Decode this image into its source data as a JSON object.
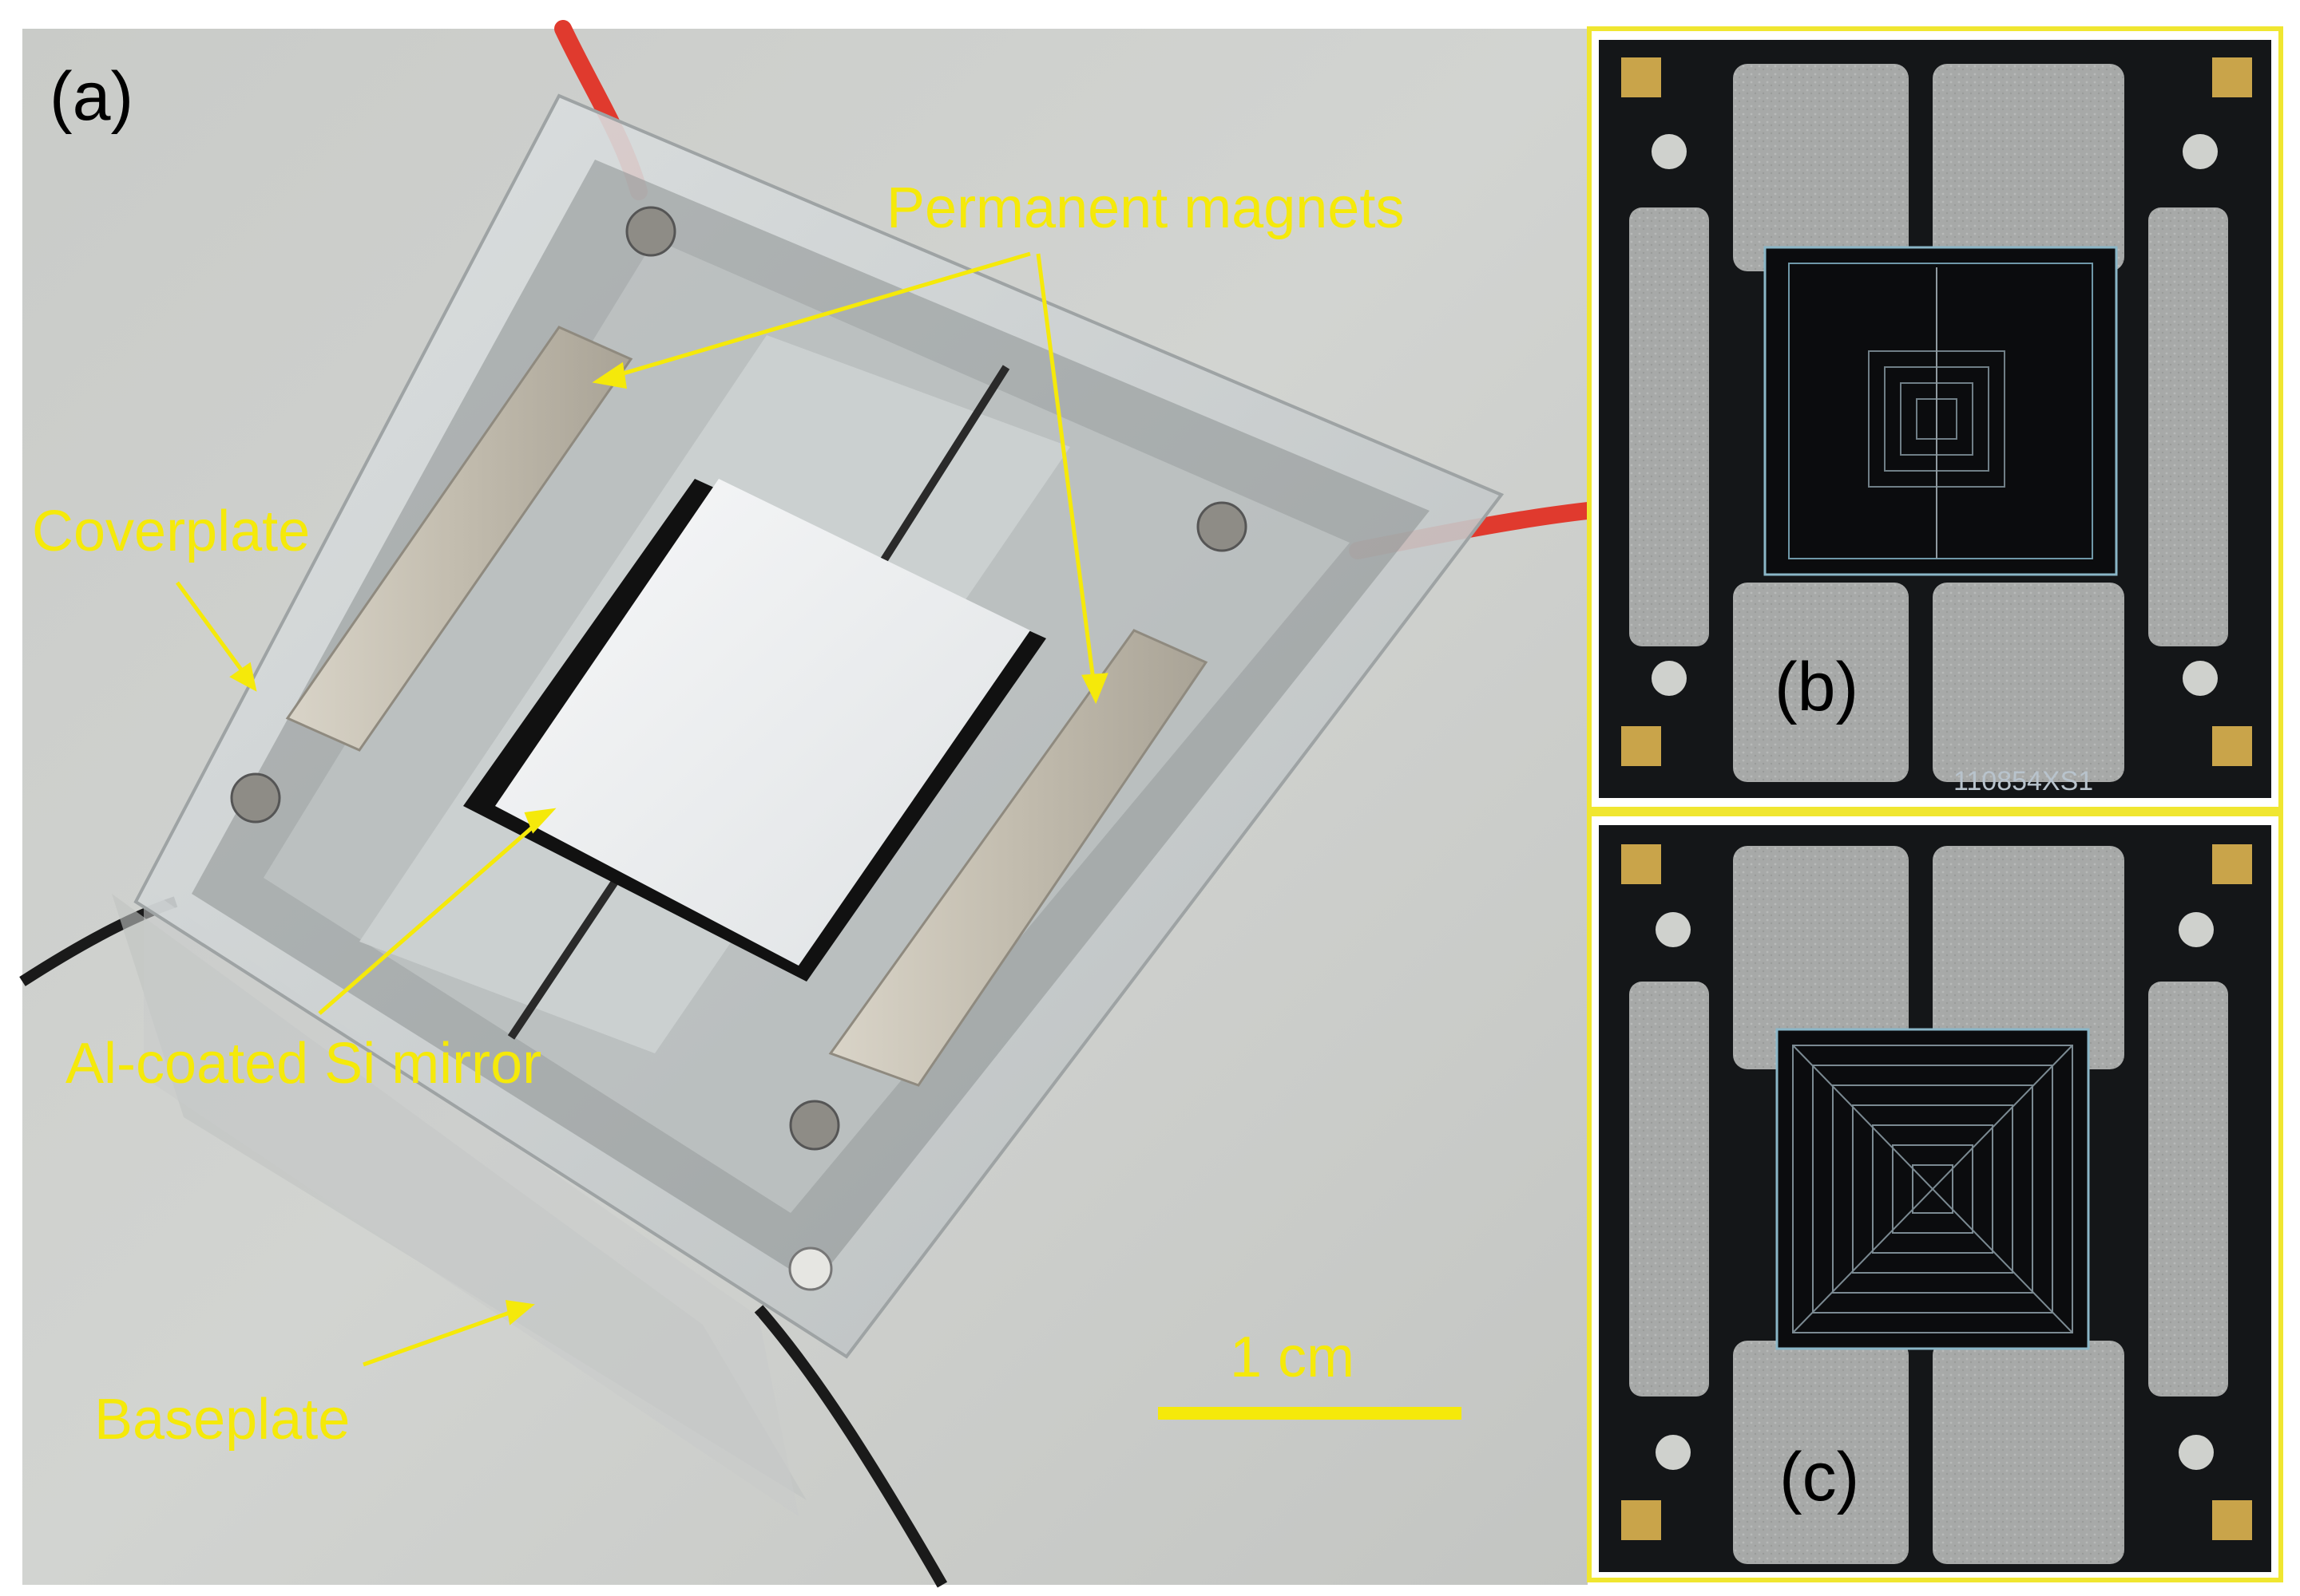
{
  "panels": {
    "a": {
      "tag": "(a)"
    },
    "b": {
      "tag": "(b)",
      "serial": "110854XS1"
    },
    "c": {
      "tag": "(c)"
    }
  },
  "annotations": {
    "permanent_magnets": "Permanent magnets",
    "coverplate": "Coverplate",
    "mirror": "Al-coated Si mirror",
    "baseplate": "Baseplate"
  },
  "scale_bar": {
    "label": "1 cm"
  },
  "colors": {
    "annotation": "#f5e90a",
    "panel_border": "#f0e630",
    "background": "#cfd1cd",
    "pcb": "#141618",
    "pad_gold": "#c9a44a",
    "mirror": "#eef0f1",
    "magnet": "#c9c4b8",
    "wire_red": "#e03a2e",
    "wire_black": "#1a1a1a"
  }
}
